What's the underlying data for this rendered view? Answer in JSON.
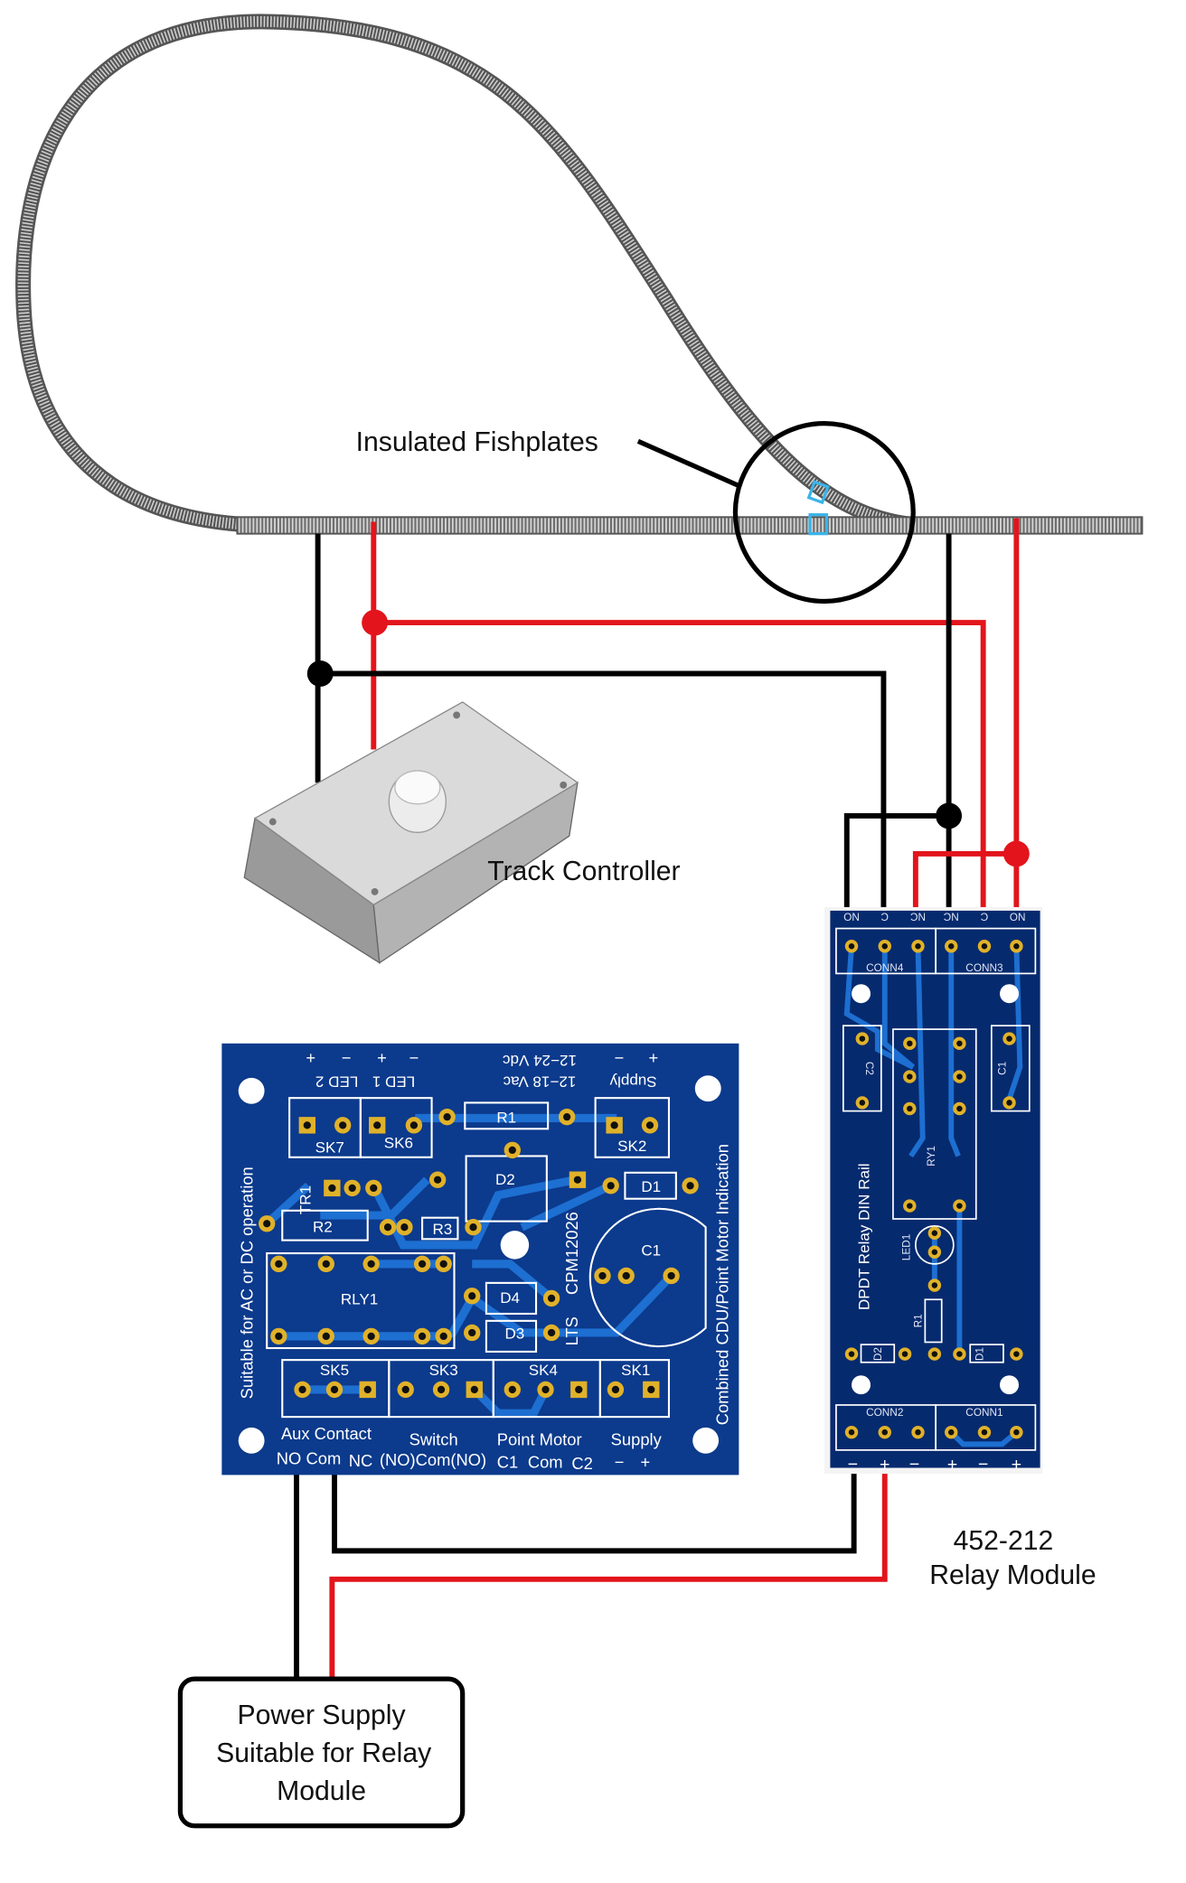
{
  "labels": {
    "fishplates": "Insulated Fishplates",
    "track_controller": "Track Controller",
    "relay_part": "452-212",
    "relay_name": "Relay Module",
    "power_supply": [
      "Power Supply",
      "Suitable for Relay",
      "Module"
    ]
  },
  "colors": {
    "wire_positive": "#e3141c",
    "wire_negative": "#000000",
    "pcb_board": "#0c3a8c",
    "relay_board": "#062a6e",
    "pad": "#e0b12a",
    "trace": "#1d6fd1",
    "fishplate": "#3ab4e8"
  },
  "cdu_board": {
    "top_labels": {
      "led2": "LED 2",
      "led1": "LED 1",
      "vac": "12−18 Vac",
      "vdc": "12−24 Vdc",
      "supply": "Supply"
    },
    "polarity_top": [
      "+",
      "−",
      "+",
      "−",
      "−",
      "+"
    ],
    "side_left": "Suitable for AC or DC operation",
    "side_right": "Combined CDU/Point Motor Indication",
    "part_code": "CPM12026",
    "brand": "LTS",
    "components": [
      "SK7",
      "SK6",
      "R1",
      "SK2",
      "D2",
      "D1",
      "TR1",
      "R2",
      "R3",
      "RLY1",
      "D4",
      "D3",
      "C1",
      "SK5",
      "SK3",
      "SK4",
      "SK1"
    ],
    "bottom_groups": [
      "Aux Contact",
      "Switch",
      "Point Motor",
      "Supply"
    ],
    "bottom_pins": [
      "NO",
      "Com",
      "NC",
      "(NO)Com(NO)",
      "C1",
      "Com",
      "C2",
      "−",
      "+"
    ]
  },
  "relay_board": {
    "top_pins": [
      "NO",
      "C",
      "NC",
      "NC",
      "C",
      "NO"
    ],
    "connectors": [
      "CONN4",
      "CONN3",
      "CONN2",
      "CONN1"
    ],
    "components": [
      "C2",
      "C1",
      "RY1",
      "LED1",
      "R1",
      "D2",
      "D1"
    ],
    "title": "DPDT Relay DIN Rail",
    "bottom_pins": [
      "−",
      "+",
      "−",
      "+",
      "−",
      "+"
    ]
  }
}
